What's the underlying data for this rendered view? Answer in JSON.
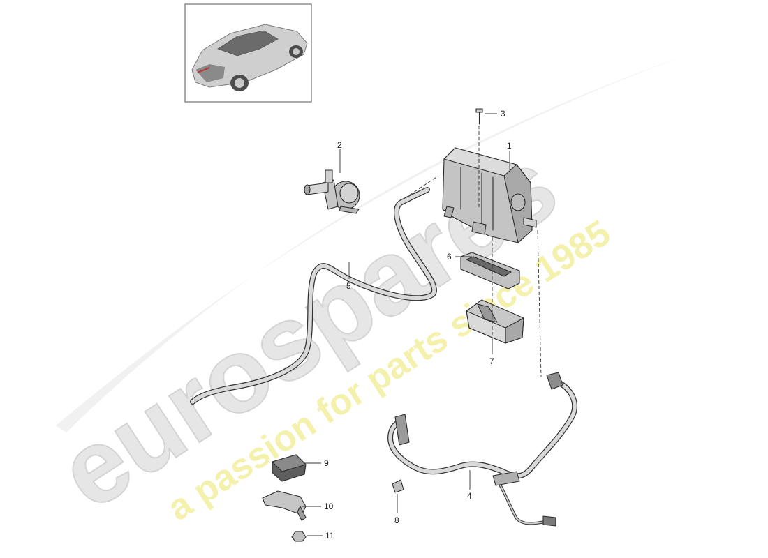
{
  "diagram": {
    "callouts": [
      {
        "id": "1",
        "label": "1"
      },
      {
        "id": "2",
        "label": "2"
      },
      {
        "id": "3",
        "label": "3"
      },
      {
        "id": "4",
        "label": "4"
      },
      {
        "id": "5",
        "label": "5"
      },
      {
        "id": "6",
        "label": "6"
      },
      {
        "id": "7",
        "label": "7"
      },
      {
        "id": "8",
        "label": "8"
      },
      {
        "id": "9",
        "label": "9"
      },
      {
        "id": "10",
        "label": "10"
      },
      {
        "id": "11",
        "label": "11"
      }
    ]
  },
  "watermark": {
    "brand": "eurospares",
    "tagline": "a passion for parts since 1985",
    "brand_color": "#e2e2e2",
    "tagline_color": "#f3f0a8"
  }
}
